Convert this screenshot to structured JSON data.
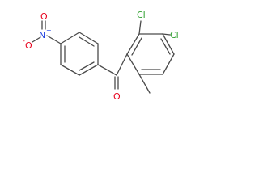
{
  "molecule": {
    "atoms": {
      "cl_top": "Cl",
      "cl_right": "Cl",
      "carbonyl_o": "O",
      "nitro_n": "N",
      "nitro_o_left": "O",
      "nitro_o_top": "O",
      "nitro_n_charge": "+",
      "nitro_o_charge": "-"
    },
    "colors": {
      "bond": "#4a4a4a",
      "chlorine": "#2fa02f",
      "oxygen": "#e8001c",
      "nitrogen": "#1b3fe0"
    }
  }
}
